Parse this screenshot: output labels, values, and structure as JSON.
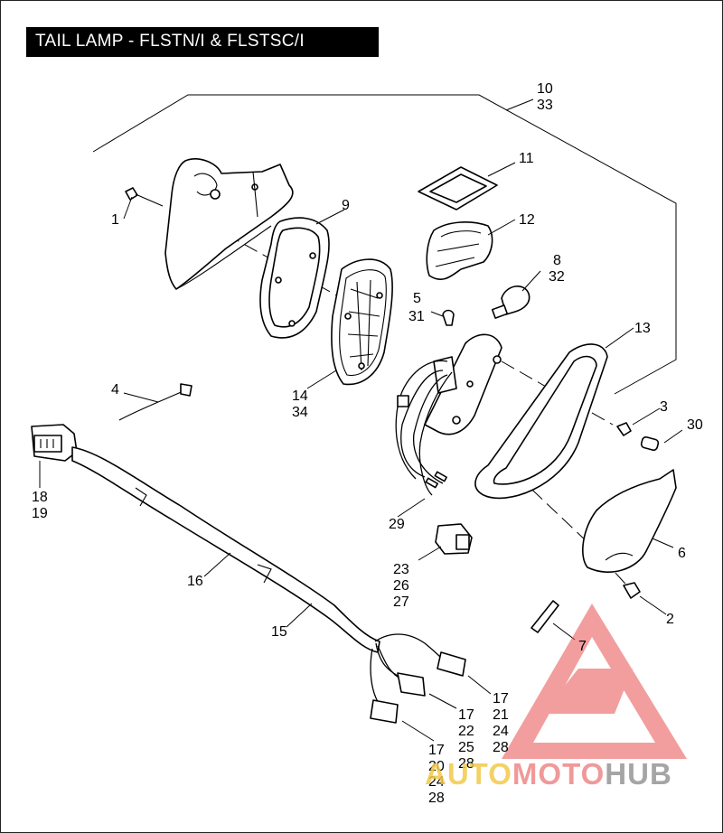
{
  "title": "TAIL LAMP - FLSTN/I & FLSTSC/I",
  "callouts": {
    "c1": "1",
    "c2": "2",
    "c3": "3",
    "c4": "4",
    "c5": "5",
    "c6": "6",
    "c7": "7",
    "c8": "8",
    "c9": "9",
    "c10": "10",
    "c11": "11",
    "c12": "12",
    "c13": "13",
    "c14": "14",
    "c15": "15",
    "c16": "16",
    "c17a": "17",
    "c17b": "17",
    "c17c": "17",
    "c18": "18",
    "c19": "19",
    "c20": "20",
    "c21": "21",
    "c22": "22",
    "c23": "23",
    "c24a": "24",
    "c24b": "24",
    "c25": "25",
    "c26": "26",
    "c27": "27",
    "c28a": "28",
    "c28b": "28",
    "c28c": "28",
    "c29": "29",
    "c30": "30",
    "c31": "31",
    "c32": "32",
    "c33": "33",
    "c34": "34"
  },
  "watermark": {
    "part1": "AUTO",
    "part2": "MOTO",
    "part3": "HUB",
    "triangle_color": "#e85050",
    "text_colors": [
      "#f3c94a",
      "#ef8f8f",
      "#9c9c9c"
    ]
  }
}
